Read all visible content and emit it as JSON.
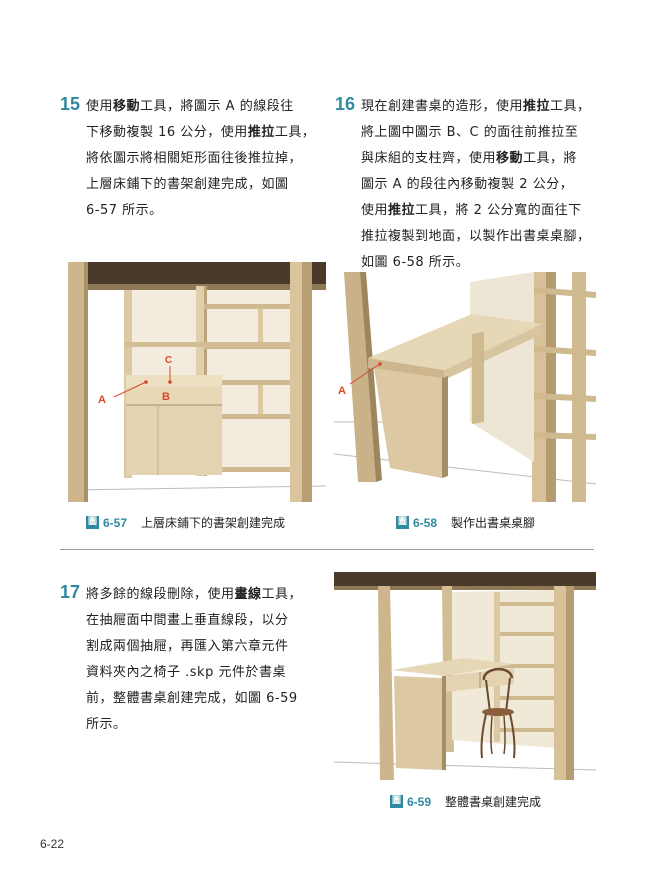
{
  "step15": {
    "num": "15",
    "lines": [
      [
        "使用",
        "b:移動",
        "工具，將圖示 A 的線段往"
      ],
      [
        "下移動複製 16 公分，使用",
        "b:推拉",
        "工具，"
      ],
      [
        "將依圖示將相關矩形面往後推拉掉，"
      ],
      [
        "上層床鋪下的書架創建完成，如圖"
      ],
      [
        "6-57 所示。"
      ]
    ]
  },
  "step16": {
    "num": "16",
    "lines": [
      [
        "現在創建書桌的造形，使用",
        "b:推拉",
        "工具，"
      ],
      [
        "將上圖中圖示 B、C 的面往前推拉至"
      ],
      [
        "與床組的支柱齊，使用",
        "b:移動",
        "工具，將"
      ],
      [
        "圖示 A 的段往內移動複製 2 公分，"
      ],
      [
        "使用",
        "b:推拉",
        "工具，將 2 公分寬的面往下"
      ],
      [
        "推拉複製到地面，以製作出書桌桌腳，"
      ],
      [
        "如圖 6-58 所示。"
      ]
    ]
  },
  "step17": {
    "num": "17",
    "lines": [
      [
        "將多餘的線段刪除，使用",
        "b:畫線",
        "工具，"
      ],
      [
        "在抽屜面中間畫上垂直線段，以分"
      ],
      [
        "割成兩個抽屜，再匯入第六章元件"
      ],
      [
        "資料夾內之椅子 .skp 元件於書桌"
      ],
      [
        "前，整體書桌創建完成，如圖 6-59"
      ],
      [
        "所示。"
      ]
    ]
  },
  "fig57": {
    "icon": "圖",
    "num": "6-57",
    "caption": "上層床鋪下的書架創建完成",
    "labels": {
      "a": "A",
      "b": "B",
      "c": "C"
    }
  },
  "fig58": {
    "icon": "圖",
    "num": "6-58",
    "caption": "製作出書桌桌腳",
    "labels": {
      "a": "A"
    }
  },
  "fig59": {
    "icon": "圖",
    "num": "6-59",
    "caption": "整體書桌創建完成"
  },
  "page_number": "6-22",
  "colors": {
    "accent": "#2f8aa0",
    "wood": "#dcc9a3",
    "wood_dark": "#c4ad82",
    "beam": "#4a3a2a",
    "callout": "#d9472b"
  }
}
